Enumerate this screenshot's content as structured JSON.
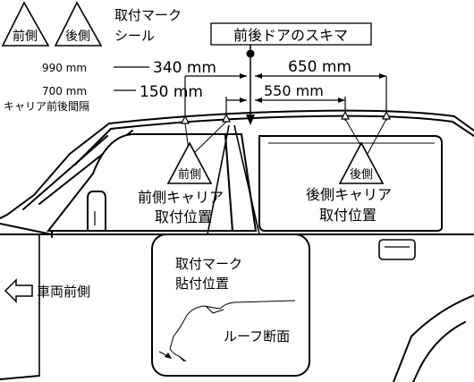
{
  "legend": {
    "front_mark": "前側",
    "rear_mark": "後側",
    "mark_label_line1": "取付マーク",
    "mark_label_line2": "シール"
  },
  "door_gap_label": "前後ドアのスキマ",
  "dimensions": {
    "carrier_990": "990 mm",
    "carrier_700": "700 mm",
    "carrier_spacing": "キャリア前後間隔",
    "front_340": "340 mm",
    "rear_650": "650 mm",
    "front_150": "150 mm",
    "rear_550": "550 mm"
  },
  "labels": {
    "front_marker": "前側",
    "rear_marker": "後側",
    "front_carrier_line1": "前側キャリア",
    "front_carrier_line2": "取付位置",
    "rear_carrier_line1": "後側キャリア",
    "rear_carrier_line2": "取付位置",
    "inset_line1": "取付マーク",
    "inset_line2": "貼付位置",
    "roof_section": "ルーフ断面",
    "vehicle_front": "車両前側"
  }
}
